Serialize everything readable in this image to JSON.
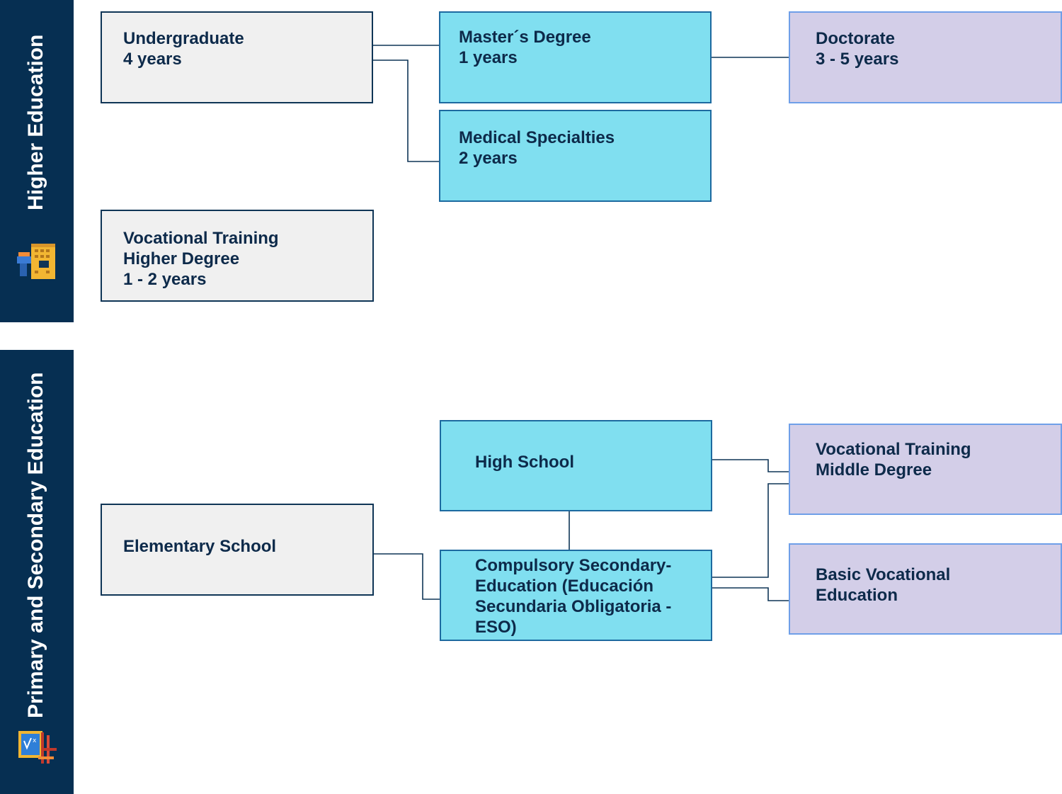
{
  "bands": {
    "higher": {
      "label": "Higher Education",
      "icon": "university-building-icon"
    },
    "primary": {
      "label": "Primary and Secondary Education",
      "icon": "classroom-chalkboard-icon"
    }
  },
  "boxes": {
    "undergraduate": {
      "lines": [
        "Undergraduate",
        "4 years"
      ]
    },
    "masters": {
      "lines": [
        "Master´s Degree",
        "1 years"
      ]
    },
    "doctorate": {
      "lines": [
        "Doctorate",
        "3 - 5 years"
      ]
    },
    "medical": {
      "lines": [
        "Medical Specialties",
        "2 years"
      ]
    },
    "voc_higher": {
      "lines": [
        "Vocational Training",
        "Higher Degree",
        "1 - 2 years"
      ]
    },
    "high_school": {
      "lines": [
        "High School"
      ]
    },
    "voc_middle": {
      "lines": [
        "Vocational Training",
        "Middle Degree"
      ]
    },
    "elementary": {
      "lines": [
        "Elementary School"
      ]
    },
    "eso": {
      "lines": [
        "Compulsory Secondary-",
        "Education (Educación",
        "Secundaria Obligatoria -",
        "ESO)"
      ]
    },
    "basic_voc": {
      "lines": [
        "Basic Vocational",
        "Education"
      ]
    }
  },
  "colors": {
    "band": "#062f52",
    "gray_box": "#f0f0f0",
    "cyan_box": "#80dff0",
    "lavender_box": "#d3cee8",
    "text": "#0d2a4a"
  }
}
